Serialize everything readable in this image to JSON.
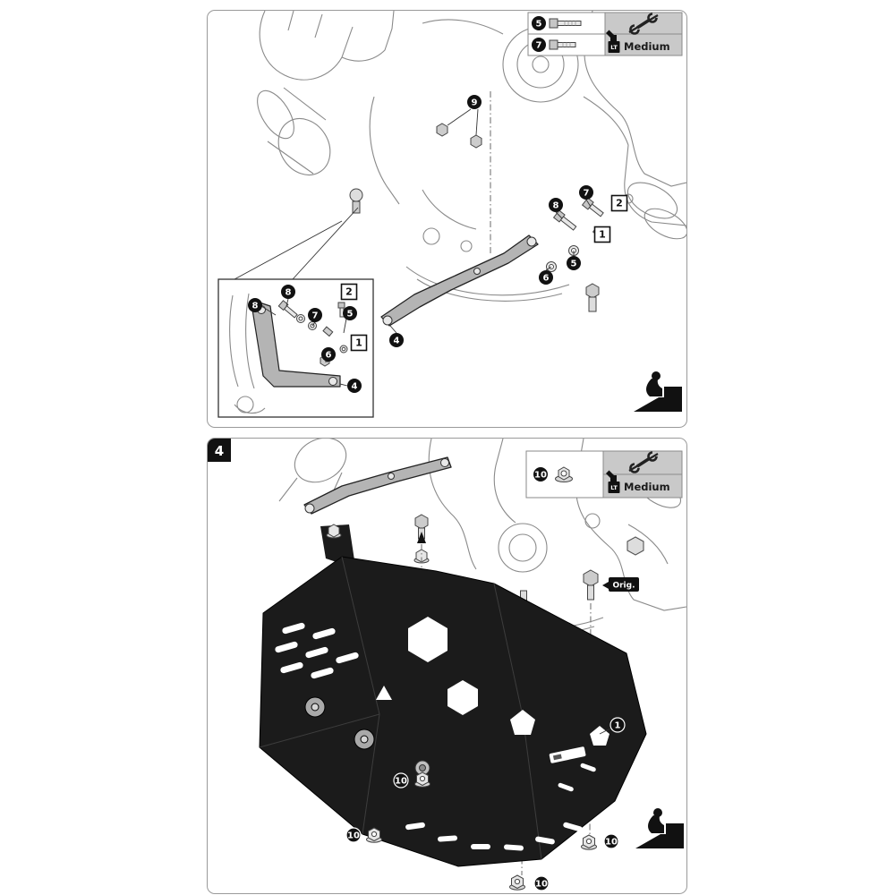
{
  "panel1": {
    "name": "bracket-mounting-exploded-view",
    "legend": {
      "fasteners": [
        {
          "ref": "5",
          "part": "socket-bolt-long"
        },
        {
          "ref": "7",
          "part": "socket-bolt-short"
        }
      ],
      "tool_note": "no-open-end-wrench",
      "threadlocker": {
        "bottle": "LT",
        "strength": "Medium"
      }
    },
    "callouts": {
      "c9": "9",
      "c8": "8",
      "c7": "7",
      "c5": "5",
      "c6": "6",
      "c4": "4"
    },
    "refs": {
      "r1": "1",
      "r2": "2"
    },
    "inset": {
      "callouts": {
        "c8a": "8",
        "c8b": "8",
        "c7": "7",
        "c5": "5",
        "c6": "6",
        "c4": "4"
      },
      "refs": {
        "r1": "1",
        "r2": "2"
      }
    }
  },
  "panel2": {
    "name": "skid-plate-installation",
    "step": "4",
    "legend": {
      "fasteners": [
        {
          "ref": "10",
          "part": "flange-nut"
        }
      ],
      "tool_note": "no-open-end-wrench",
      "threadlocker": {
        "bottle": "LT",
        "strength": "Medium"
      }
    },
    "orig_label": "Orig.",
    "callouts": {
      "c1": "1",
      "c10a": "10",
      "c10b": "10",
      "c10c": "10",
      "c10d": "10"
    }
  }
}
